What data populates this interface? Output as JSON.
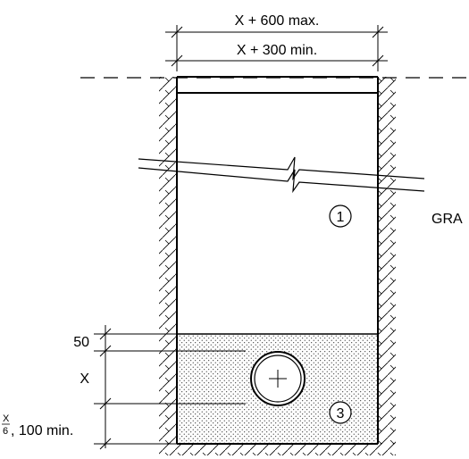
{
  "dimensions": {
    "top_max": "X + 600 max.",
    "top_min": "X + 300 min.",
    "bedding_top": "50",
    "pipe_zone": "X",
    "bedding_bottom_frac_num": "X",
    "bedding_bottom_frac_den": "6",
    "bedding_bottom_rest": ", 100 min."
  },
  "labels": {
    "zone_1": "1",
    "zone_3": "3",
    "side_text": "GRA"
  }
}
